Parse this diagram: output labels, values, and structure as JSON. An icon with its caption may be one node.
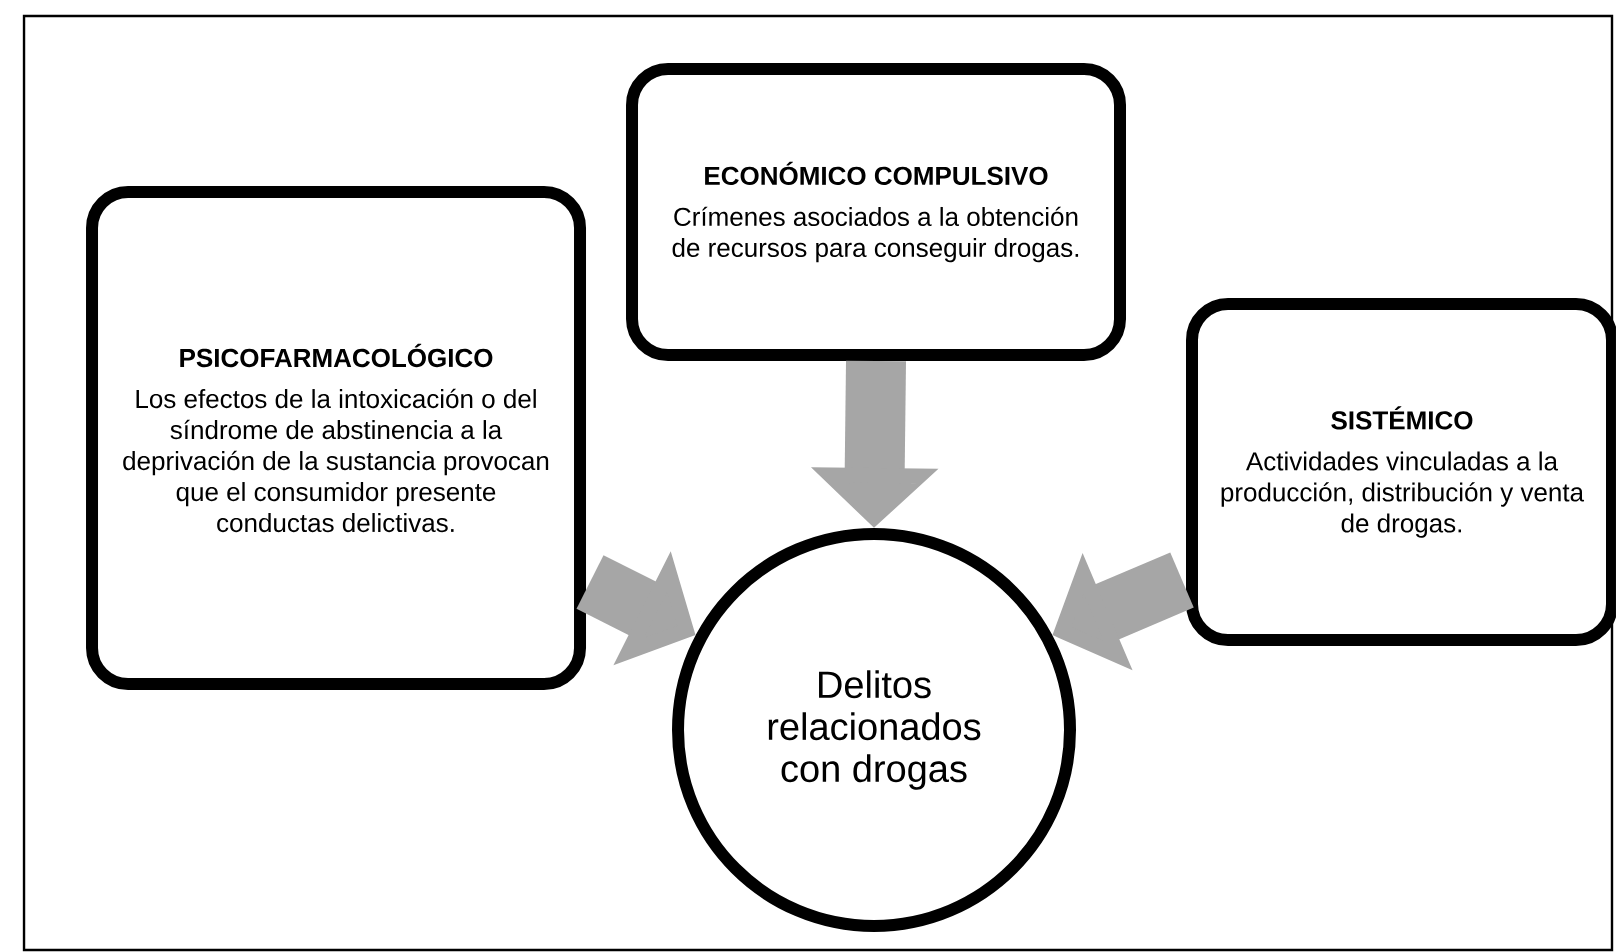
{
  "diagram": {
    "nodes": [
      {
        "text": [
          "PSICOFARMACOLÓGICO",
          "Los efectos de la intoxicación o del síndrome de abstinencia a la deprivación de la sustancia provocan que el consumidor presente conductas delictivas."
        ]
      },
      {
        "text": [
          "ECONÓMICO COMPULSIVO",
          "Crímenes asociados a la obtención de recursos para conseguir drogas."
        ]
      },
      {
        "text": [
          "SISTÉMICO",
          "Actividades vinculadas a la producción, distribución y venta de drogas."
        ]
      },
      {
        "text": [
          "Delitos relacionados con drogas"
        ]
      }
    ],
    "edges": [
      {
        "from": 0,
        "to": 3,
        "arrow": "to"
      },
      {
        "from": 1,
        "to": 3,
        "arrow": "to"
      },
      {
        "from": 2,
        "to": 3,
        "arrow": "to"
      }
    ]
  }
}
